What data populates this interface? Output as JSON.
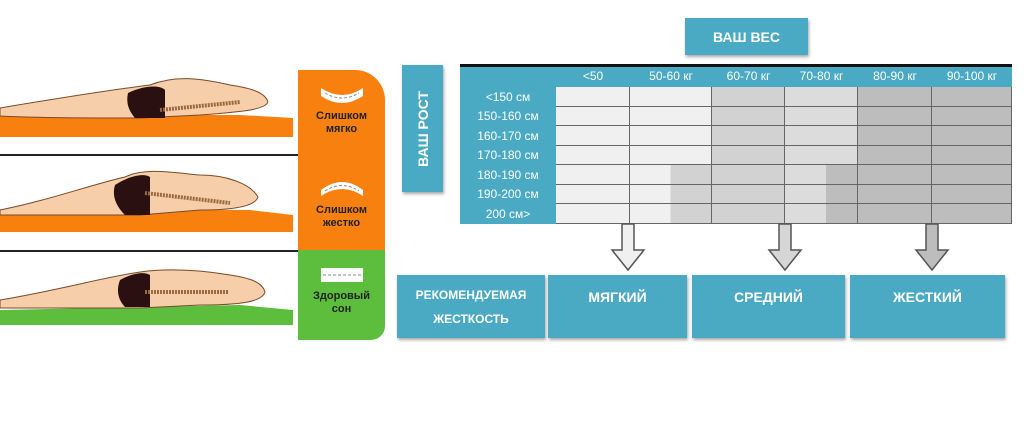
{
  "left_panel": {
    "states": [
      {
        "label_line1": "Слишком",
        "label_line2": "мягко",
        "color": "#f7800f"
      },
      {
        "label_line1": "Слишком",
        "label_line2": "жестко",
        "color": "#f7800f"
      },
      {
        "label_line1": "Здоровый",
        "label_line2": "сон",
        "color": "#5dbd3c"
      }
    ]
  },
  "weight_title": "ВАШ ВЕС",
  "height_title": "ВАШ РОСТ",
  "table": {
    "columns": [
      "<50",
      "50-60 кг",
      "60-70 кг",
      "70-80 кг",
      "80-90 кг",
      "90-100 кг"
    ],
    "rows": [
      "<150 см",
      "150-160 см",
      "160-170 см",
      "170-180 см",
      "180-190 см",
      "190-200 см",
      "200 см>"
    ]
  },
  "recommendation": {
    "label_line1": "РЕКОМЕНДУЕМАЯ",
    "label_line2": "ЖЕСТКОСТЬ",
    "levels": [
      "МЯГКИЙ",
      "СРЕДНИЙ",
      "ЖЕСТКИЙ"
    ]
  },
  "colors": {
    "accent": "#4aaac4",
    "soft": "#f0f0f0",
    "medium": "#d6d6d6",
    "hard": "#bdbdbd"
  }
}
